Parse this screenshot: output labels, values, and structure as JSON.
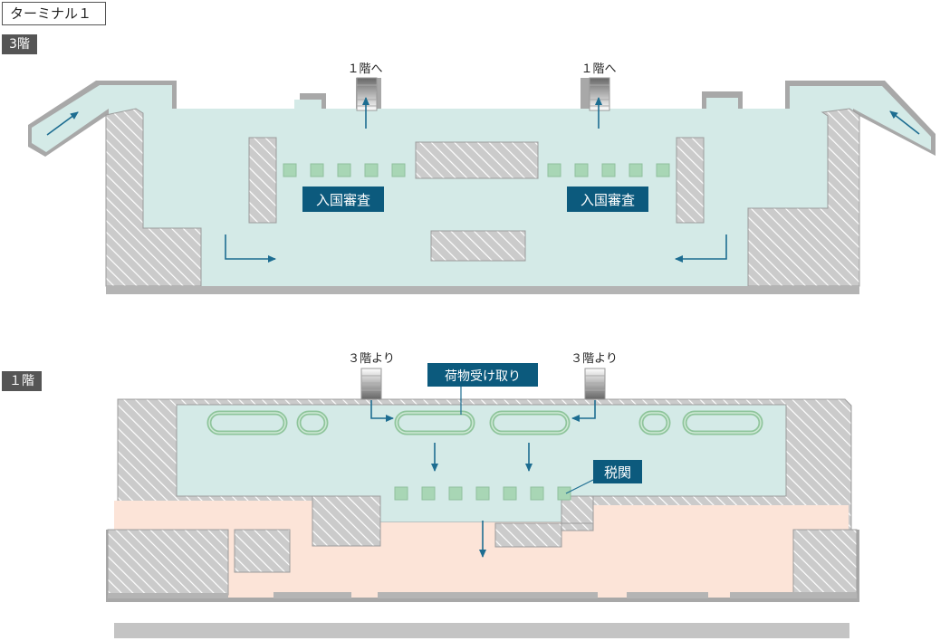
{
  "terminal": {
    "title": "ターミナル１"
  },
  "floor3": {
    "tag": "3階",
    "stairs_label_left": "１階へ",
    "stairs_label_right": "１階へ",
    "immigration_left": "入国審査",
    "immigration_right": "入国審査"
  },
  "floor1": {
    "tag": "１階",
    "stairs_label_left": "３階より",
    "stairs_label_right": "３階より",
    "baggage_claim": "荷物受け取り",
    "customs": "税関"
  },
  "colors": {
    "floor_teal": "#d4eae7",
    "public_area_pink": "#fce4d8",
    "wall_gray": "#b9b9b9",
    "hatch_gray": "#c9c9c9",
    "label_blue": "#0c5a7d",
    "arrow_blue": "#1d6d91",
    "counter_green": "#a8d6b5",
    "carousel_green": "#a9d7b3",
    "tag_gray": "#555555"
  },
  "icons": [
    "direction-arrow-icon",
    "staircase-icon",
    "baggage-carousel-icon",
    "immigration-booth-icon",
    "customs-booth-icon"
  ]
}
